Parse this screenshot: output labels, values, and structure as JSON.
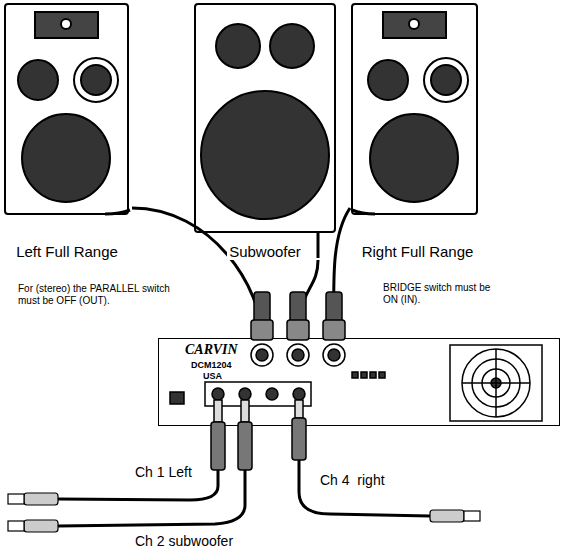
{
  "diagram": {
    "nodes": [
      {
        "text": [
          "Left Full Range"
        ]
      },
      {
        "text": [
          "Subwoofer"
        ]
      },
      {
        "text": [
          "Right Full Range"
        ]
      },
      {
        "text": [
          "CARVIN",
          "DCM1204",
          "USA"
        ]
      }
    ],
    "edges": [
      {
        "from": 0,
        "to": 3,
        "arrow": "none"
      },
      {
        "from": 1,
        "to": 3,
        "arrow": "none"
      },
      {
        "from": 2,
        "to": 3,
        "arrow": "none"
      }
    ],
    "labels": [
      "For (stereo) the PARALLEL switch must be OFF (OUT).",
      "BRIDGE switch must be ON (IN).",
      "Ch 1 Left",
      "Ch 2 subwoofer",
      "Ch 4  right"
    ]
  }
}
